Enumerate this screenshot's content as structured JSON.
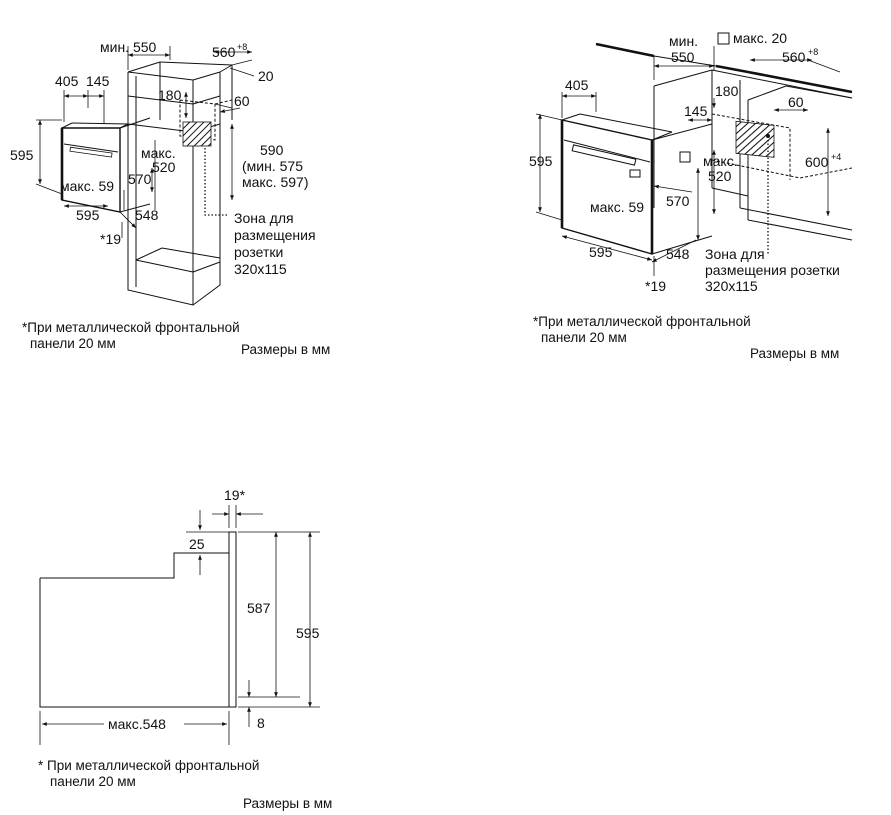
{
  "common": {
    "footnote_line1": "*При металлической фронтальной",
    "footnote_line2": "панели 20 мм",
    "units_note": "Размеры в мм",
    "socket_zone": [
      "Зона для",
      "размещения",
      "розетки",
      "320x115"
    ]
  },
  "diagram_tall_cabinet": {
    "min_550": "мин. 550",
    "w_560": "560",
    "w_560_tol": "+8",
    "d_20": "20",
    "d_405": "405",
    "d_145": "145",
    "d_180": "180",
    "d_60": "60",
    "h_590": "590",
    "h_590_min": "(мин. 575",
    "h_590_max": "макс. 597)",
    "h_595": "595",
    "max_520_a": "макс.",
    "max_520_b": "520",
    "d_570": "570",
    "max_59": "макс. 59",
    "w_595": "595",
    "d_548": "548",
    "d_19": "*19"
  },
  "diagram_under_counter": {
    "min_550_a": "мин.",
    "min_550_b": "550",
    "max_20": "макс. 20",
    "w_560": "560",
    "w_560_tol": "+8",
    "d_405": "405",
    "d_180": "180",
    "d_145": "145",
    "d_60": "60",
    "h_595": "595",
    "max_520_a": "макс.",
    "max_520_b": "520",
    "h_600": "600",
    "h_600_tol": "+4",
    "max_59": "макс. 59",
    "d_570": "570",
    "w_595": "595",
    "d_548": "548",
    "d_19": "*19",
    "socket_zone": [
      "Зона для",
      "размещения розетки",
      "320x115"
    ]
  },
  "diagram_side_view": {
    "d_19": "19*",
    "d_25": "25",
    "h_587": "587",
    "h_595": "595",
    "max_548": "макс.548",
    "d_8": "8",
    "footnote_line1": "* При металлической фронтальной",
    "footnote_line2": "панели 20 мм"
  }
}
